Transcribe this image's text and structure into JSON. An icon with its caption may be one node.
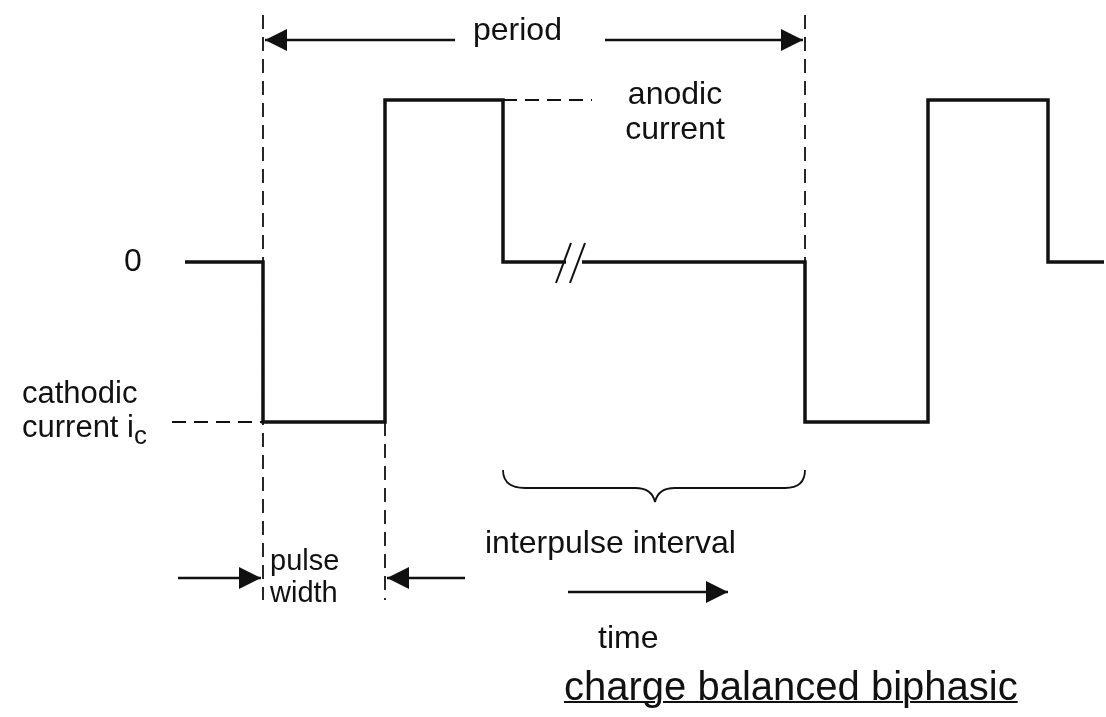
{
  "diagram": {
    "caption": "charge balanced biphasic",
    "labels": [
      "period",
      "anodic current",
      "0",
      "cathodic current i$_{c}$",
      "pulse width",
      "interpulse interval",
      "time"
    ]
  }
}
